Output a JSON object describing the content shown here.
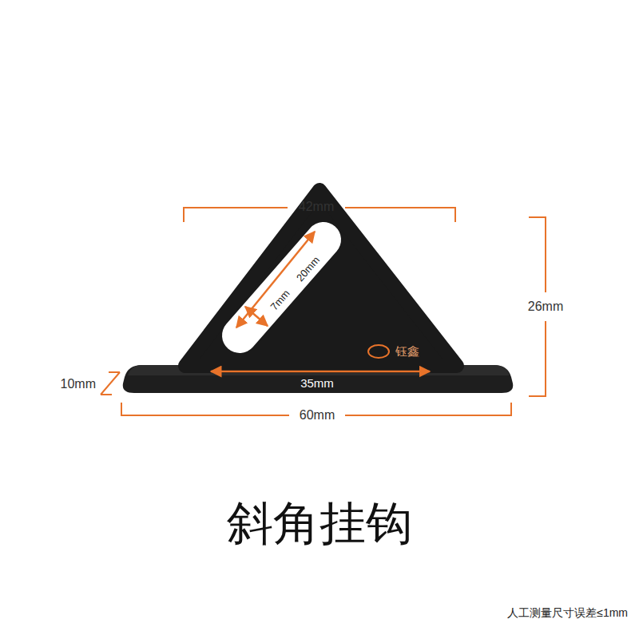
{
  "diagram": {
    "title": "斜角挂钩",
    "labels": [
      "42mm",
      "20mm",
      "7mm",
      "26mm",
      "钰鑫",
      "10mm",
      "35mm",
      "60mm",
      "人工测量尺寸误差≤1mm"
    ]
  }
}
